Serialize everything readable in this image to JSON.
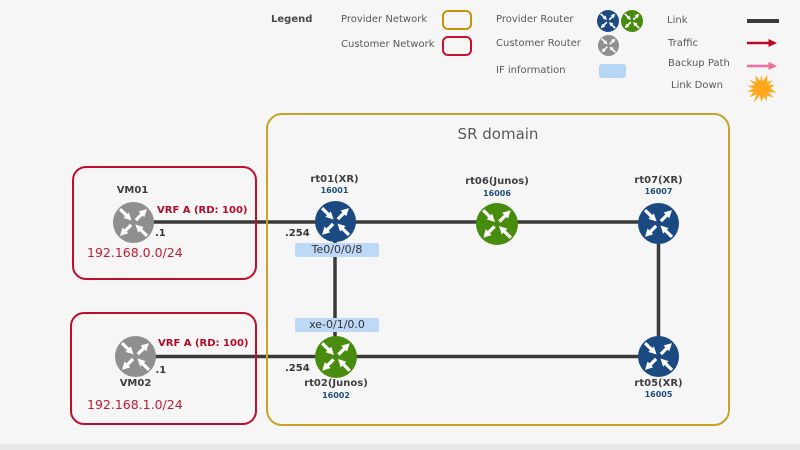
{
  "legend": {
    "title": "Legend",
    "items": {
      "provider_network": "Provider Network",
      "customer_network": "Customer Network",
      "provider_router": "Provider Router",
      "customer_router": "Customer Router",
      "if_information": "IF information",
      "link": "Link",
      "traffic": "Traffic",
      "backup_path": "Backup Path",
      "link_down": "Link Down"
    }
  },
  "sr_domain": {
    "title": "SR domain"
  },
  "routers": [
    {
      "name": "rt01(XR)",
      "sid": "16001",
      "role": "provider",
      "os": "XR",
      "color": "navy"
    },
    {
      "name": "rt06(Junos)",
      "sid": "16006",
      "role": "provider",
      "os": "Junos",
      "color": "green"
    },
    {
      "name": "rt07(XR)",
      "sid": "16007",
      "role": "provider",
      "os": "XR",
      "color": "navy"
    },
    {
      "name": "rt02(Junos)",
      "sid": "16002",
      "role": "provider",
      "os": "Junos",
      "color": "green"
    },
    {
      "name": "rt05(XR)",
      "sid": "16005",
      "role": "provider",
      "os": "XR",
      "color": "navy"
    }
  ],
  "customer_sites": [
    {
      "name": "VM01",
      "vrf": "VRF A (RD: 100)",
      "host_ip": ".1",
      "pe_ip": ".254",
      "subnet": "192.168.0.0/24"
    },
    {
      "name": "VM02",
      "vrf": "VRF A (RD: 100)",
      "host_ip": ".1",
      "pe_ip": ".254",
      "subnet": "192.168.1.0/24"
    }
  ],
  "interfaces": [
    {
      "label": "Te0/0/0/8"
    },
    {
      "label": "xe-0/1/0.0"
    }
  ],
  "colors": {
    "background": "#f6f6f6",
    "provider_router_blue": "#1b4a82",
    "provider_router_green": "#478c0f",
    "customer_router_gray": "#8f8f8f",
    "provider_network_border": "#c9a227",
    "customer_network_border": "#c00f2d",
    "if_box": "#bdd9f7",
    "link": "#3a3a3a",
    "traffic": "#be0a26",
    "backup_path": "#f06c9e",
    "link_down": "#ffa81c",
    "sid_text": "#1f4e79",
    "vrf_text": "#b00d28"
  }
}
